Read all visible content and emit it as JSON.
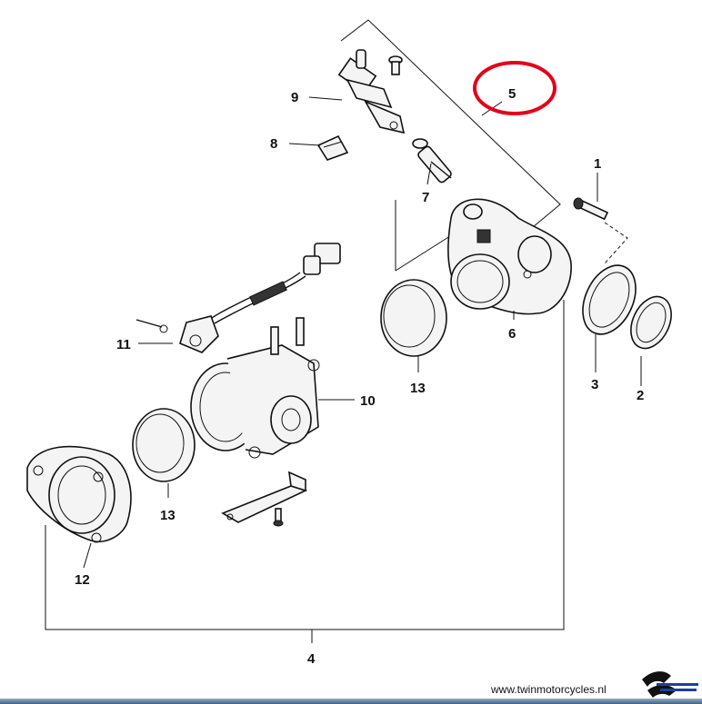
{
  "callouts": [
    {
      "id": "1",
      "label": "1"
    },
    {
      "id": "2",
      "label": "2"
    },
    {
      "id": "3",
      "label": "3"
    },
    {
      "id": "4",
      "label": "4"
    },
    {
      "id": "5",
      "label": "5"
    },
    {
      "id": "6",
      "label": "6"
    },
    {
      "id": "7",
      "label": "7"
    },
    {
      "id": "8",
      "label": "8"
    },
    {
      "id": "9",
      "label": "9"
    },
    {
      "id": "10",
      "label": "10"
    },
    {
      "id": "11",
      "label": "11"
    },
    {
      "id": "12",
      "label": "12"
    },
    {
      "id": "13a",
      "label": "13"
    },
    {
      "id": "13b",
      "label": "13"
    }
  ],
  "highlight": {
    "target": "5",
    "color": "#e2001a"
  },
  "footer": {
    "website": "www.twinmotorcycles.nl"
  },
  "logo": {
    "icon": "twin-motorcycles-logo",
    "colors": [
      "#111111",
      "#1a3fa0"
    ]
  }
}
